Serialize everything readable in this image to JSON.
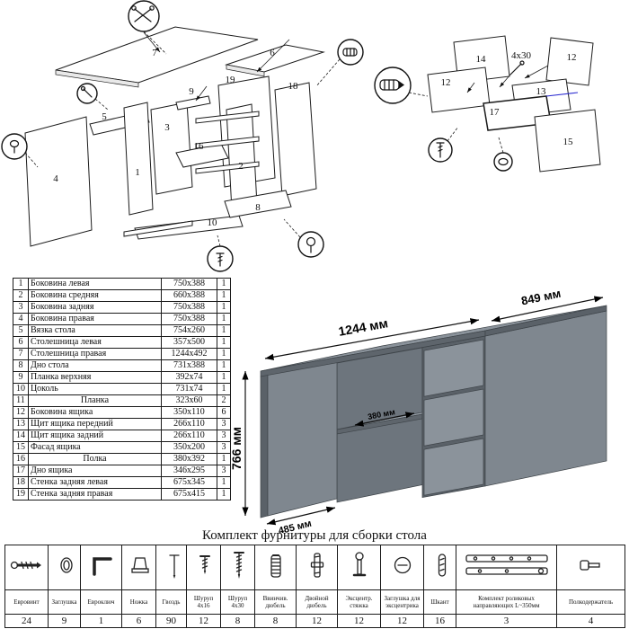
{
  "colors": {
    "desk_top": "#8a929a",
    "desk_front": "#5e656c",
    "desk_side": "#7f878f",
    "desk_back": "#6d757d",
    "desk_shadow": "#5a6168",
    "drawer_front": "#8b939b",
    "shelf_top": "#99a1a9",
    "accent_blue": "#2a2ad0"
  },
  "parts_table": {
    "rows": [
      {
        "num": "1",
        "name": "Боковина левая",
        "size": "750x388",
        "qty": "1"
      },
      {
        "num": "2",
        "name": "Боковина средняя",
        "size": "660x388",
        "qty": "1"
      },
      {
        "num": "3",
        "name": "Боковина задняя",
        "size": "750x388",
        "qty": "1"
      },
      {
        "num": "4",
        "name": "Боковина правая",
        "size": "750x388",
        "qty": "1"
      },
      {
        "num": "5",
        "name": "Вязка стола",
        "size": "754x260",
        "qty": "1"
      },
      {
        "num": "6",
        "name": "Столешница левая",
        "size": "357x500",
        "qty": "1"
      },
      {
        "num": "7",
        "name": "Столешница правая",
        "size": "1244x492",
        "qty": "1"
      },
      {
        "num": "8",
        "name": "Дно стола",
        "size": "731x388",
        "qty": "1"
      },
      {
        "num": "9",
        "name": "Планка верхняя",
        "size": "392x74",
        "qty": "1"
      },
      {
        "num": "10",
        "name": "Цоколь",
        "size": "731x74",
        "qty": "1"
      },
      {
        "num": "11",
        "name": "Планка",
        "size": "323x60",
        "qty": "2"
      },
      {
        "num": "12",
        "name": "Боковина ящика",
        "size": "350x110",
        "qty": "6"
      },
      {
        "num": "13",
        "name": "Щит ящика передний",
        "size": "266x110",
        "qty": "3"
      },
      {
        "num": "14",
        "name": "Щит ящика задний",
        "size": "266x110",
        "qty": "3"
      },
      {
        "num": "15",
        "name": "Фасад ящика",
        "size": "350x200",
        "qty": "3"
      },
      {
        "num": "16",
        "name": "Полка",
        "size": "380x392",
        "qty": "1"
      },
      {
        "num": "17",
        "name": "Дно ящика",
        "size": "346x295",
        "qty": "3"
      },
      {
        "num": "18",
        "name": "Стенка задняя левая",
        "size": "675x345",
        "qty": "1"
      },
      {
        "num": "19",
        "name": "Стенка задняя правая",
        "size": "675x415",
        "qty": "1"
      }
    ]
  },
  "desk": {
    "dim_width": "1244 мм",
    "dim_depth": "849 мм",
    "dim_height": "766 мм",
    "dim_shelf": "380 мм",
    "dim_leg": "485 мм"
  },
  "diagram_left": {
    "labels": [
      "7",
      "6",
      "19",
      "18",
      "5",
      "3",
      "16",
      "9",
      "1",
      "2",
      "4",
      "10",
      "8"
    ]
  },
  "diagram_right": {
    "labels": [
      "14",
      "12",
      "4x30",
      "12",
      "13",
      "17",
      "15"
    ]
  },
  "hardware": {
    "title": "Комплект фурнитуры для сборки стола",
    "items": [
      {
        "name": "Евровинт",
        "qty": "24"
      },
      {
        "name": "Заглушка",
        "qty": "9"
      },
      {
        "name": "Евроключ",
        "qty": "1"
      },
      {
        "name": "Ножка",
        "qty": "6"
      },
      {
        "name": "Гвоздь",
        "qty": "90"
      },
      {
        "name": "Шуруп 4x16",
        "qty": "12"
      },
      {
        "name": "Шуруп 4x30",
        "qty": "8"
      },
      {
        "name": "Ввинчив. дюбель",
        "qty": "8"
      },
      {
        "name": "Двойной дюбель",
        "qty": "12"
      },
      {
        "name": "Эксцентр. стяжка",
        "qty": "12"
      },
      {
        "name": "Заглушка для эксцентрика",
        "qty": "12"
      },
      {
        "name": "Шкант",
        "qty": "16"
      },
      {
        "name": "Комплект роликовых направляющих L~350мм",
        "qty": "3"
      },
      {
        "name": "Полкодержатель",
        "qty": "4"
      }
    ]
  }
}
